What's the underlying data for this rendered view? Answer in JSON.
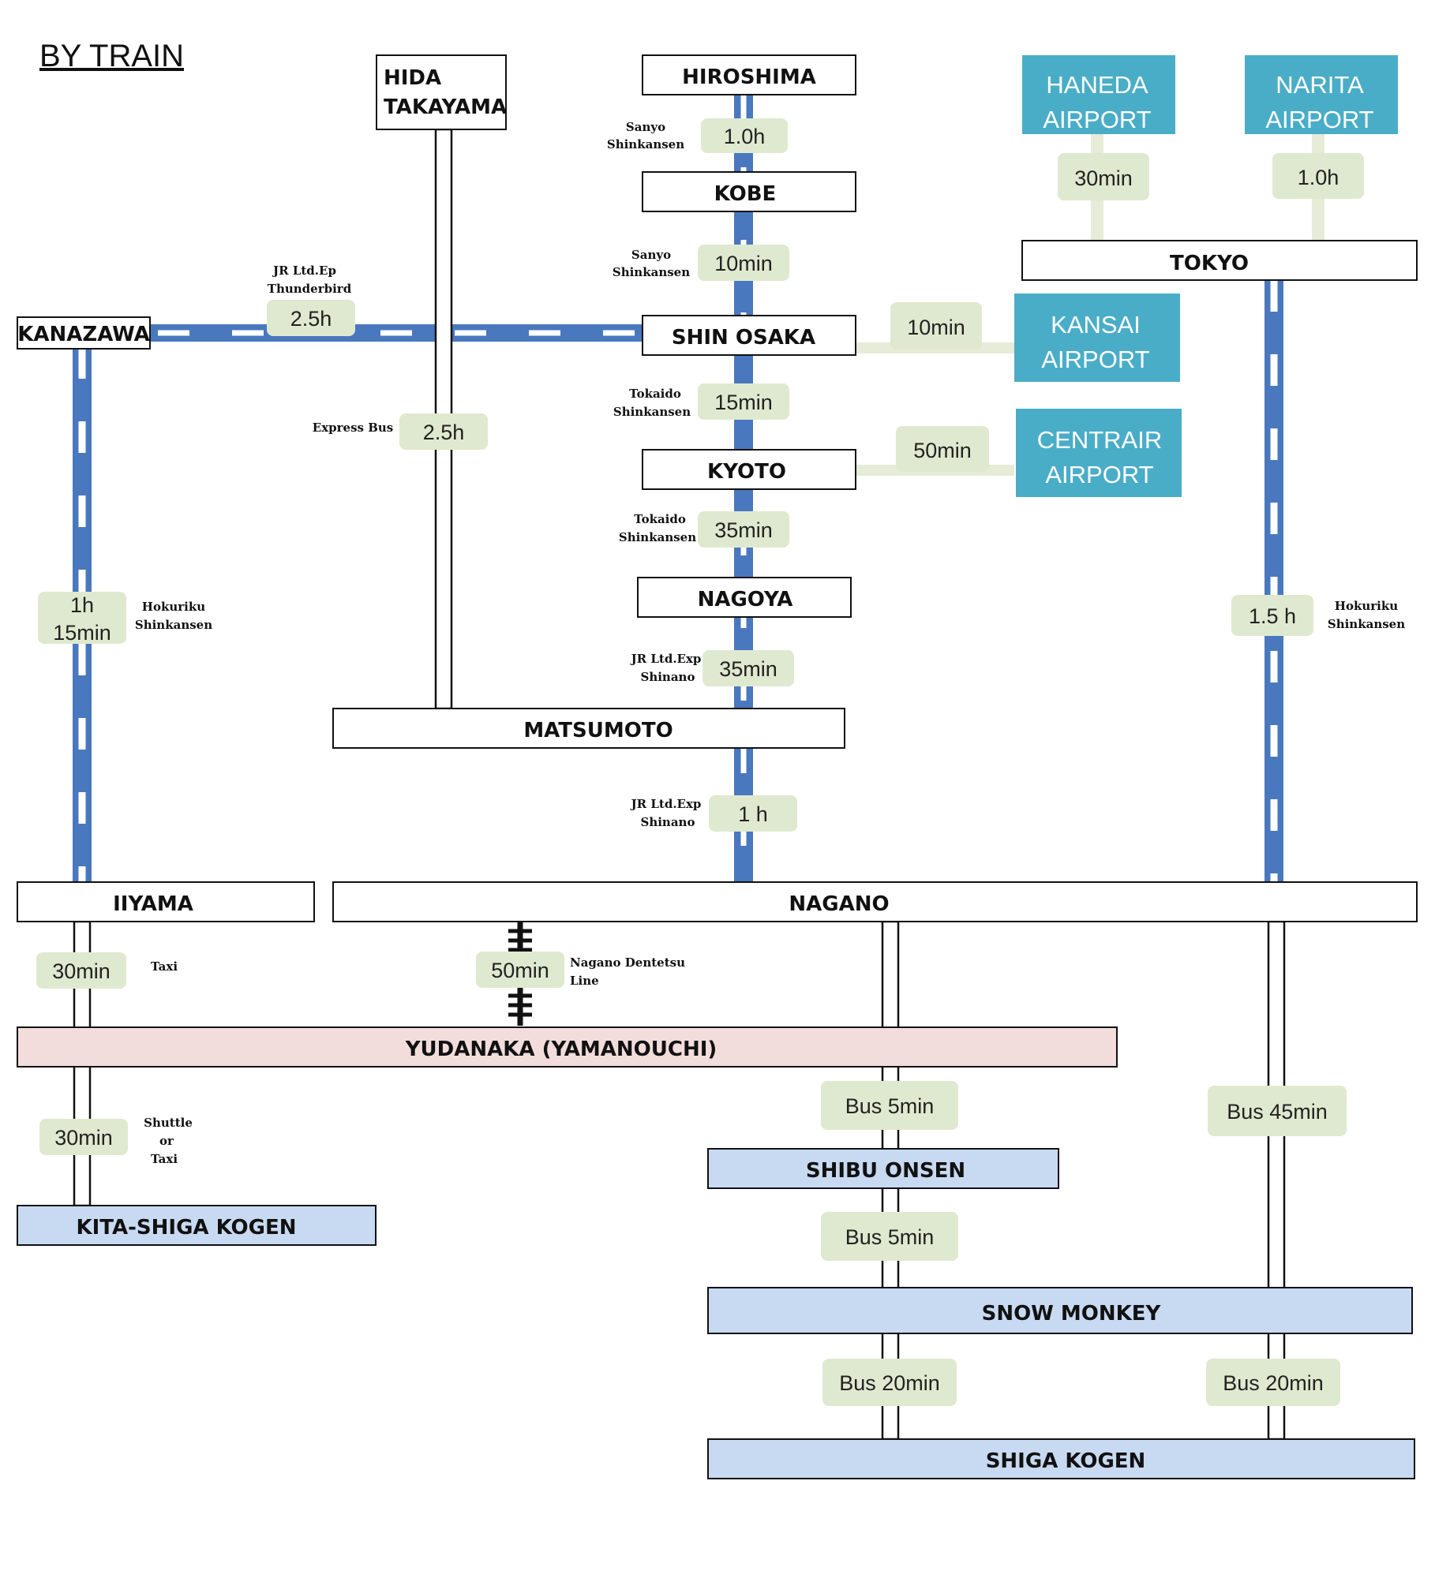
{
  "title": "BY TRAIN",
  "colors": {
    "rail_blue": "#4a78be",
    "airport": "#4aadc8",
    "duration_bg": "#dfe9cf",
    "connector": "#e6ecd8",
    "yudanaka_bg": "#f2dcdc",
    "resort_bg": "#c8daf2",
    "station_bg": "#ffffff"
  },
  "stations": {
    "hida_takayama": [
      "HIDA",
      "TAKAYAMA"
    ],
    "hiroshima": "HIROSHIMA",
    "kobe": "KOBE",
    "shin_osaka": "SHIN OSAKA",
    "kyoto": "KYOTO",
    "nagoya": "NAGOYA",
    "matsumoto": "MATSUMOTO",
    "kanazawa": "KANAZAWA",
    "tokyo": "TOKYO",
    "iiyama": "IIYAMA",
    "nagano": "NAGANO",
    "yudanaka": "YUDANAKA (YAMANOUCHI)",
    "shibu_onsen": "SHIBU ONSEN",
    "snow_monkey": "SNOW MONKEY",
    "kita_shiga_kogen": "KITA-SHIGA KOGEN",
    "shiga_kogen": "SHIGA KOGEN"
  },
  "airports": {
    "haneda": [
      "HANEDA",
      "AIRPORT"
    ],
    "narita": [
      "NARITA",
      "AIRPORT"
    ],
    "kansai": [
      "KANSAI",
      "AIRPORT"
    ],
    "centrair": [
      "CENTRAIR",
      "AIRPORT"
    ]
  },
  "durations": {
    "hiroshima_kobe": "1.0h",
    "kobe_shin_osaka": "10min",
    "kanazawa_shin_osaka": "2.5h",
    "takayama_matsumoto": "2.5h",
    "shin_osaka_kyoto": "15min",
    "kyoto_nagoya": "35min",
    "nagoya_matsumoto": "35min",
    "matsumoto_nagano": "1 h",
    "kanazawa_iiyama": [
      "1h",
      "15min"
    ],
    "tokyo_nagano": "1.5 h",
    "haneda_tokyo": "30min",
    "narita_tokyo": "1.0h",
    "kansai_shin_osaka": "10min",
    "centrair_kyoto": "50min",
    "iiyama_yudanaka": "30min",
    "nagano_yudanaka": "50min",
    "yudanaka_kita_shiga": "30min",
    "nagano_shibu": "Bus 5min",
    "shibu_snow_monkey": "Bus 5min",
    "nagano_snow_monkey": "Bus 45min",
    "snow_monkey_shiga_left": "Bus 20min",
    "snow_monkey_shiga_right": "Bus 20min"
  },
  "line_labels": {
    "sanyo_1": [
      "Sanyo",
      "Shinkansen"
    ],
    "sanyo_2": [
      "Sanyo",
      "Shinkansen"
    ],
    "thunderbird": [
      "JR Ltd.Ep",
      "Thunderbird"
    ],
    "express_bus": "Express Bus",
    "tokaido_1": [
      "Tokaido",
      "Shinkansen"
    ],
    "tokaido_2": [
      "Tokaido",
      "Shinkansen"
    ],
    "hokuriku_left": [
      "Hokuriku",
      "Shinkansen"
    ],
    "shinano_1": [
      "JR Ltd.Exp",
      "Shinano"
    ],
    "shinano_2": [
      "JR Ltd.Exp",
      "Shinano"
    ],
    "hokuriku_right": [
      "Hokuriku",
      "Shinkansen"
    ],
    "taxi": "Taxi",
    "dentetsu": [
      "Nagano Dentetsu",
      "Line"
    ],
    "shuttle": [
      "Shuttle",
      "or",
      "Taxi"
    ]
  }
}
